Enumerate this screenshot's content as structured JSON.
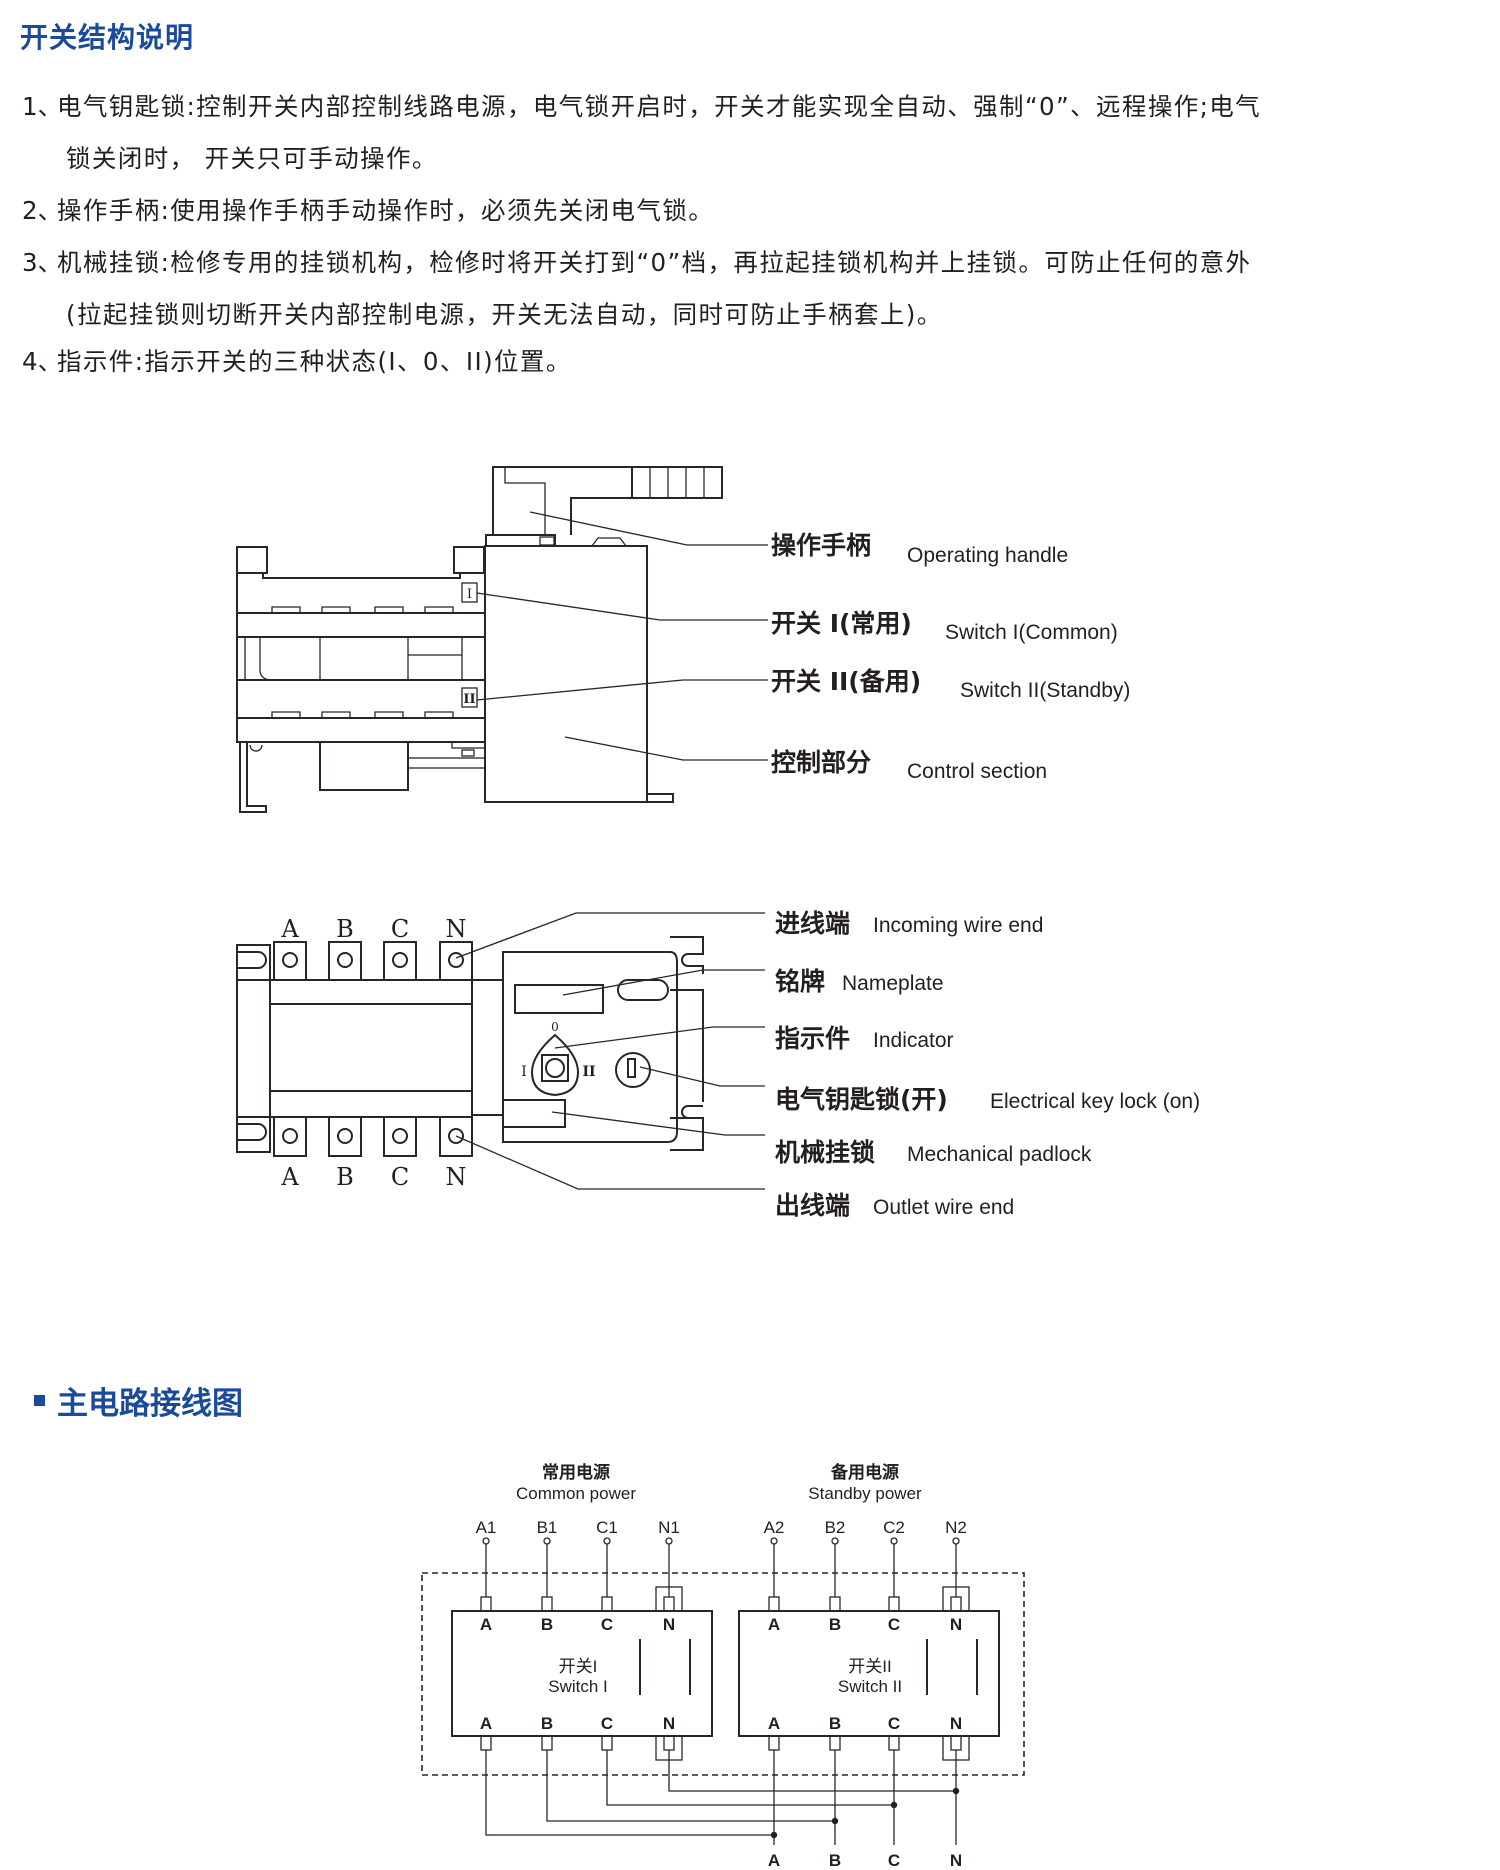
{
  "section1": {
    "title": "开关结构说明",
    "items": [
      {
        "num": "1、",
        "lines": [
          "电气钥匙锁:控制开关内部控制线路电源，电气锁开启时，开关才能实现全自动、强制“0”、远程操作;电气",
          "锁关闭时， 开关只可手动操作。"
        ]
      },
      {
        "num": "2、",
        "lines": [
          "操作手柄:使用操作手柄手动操作时，必须先关闭电气锁。"
        ]
      },
      {
        "num": "3、",
        "lines": [
          "机械挂锁:检修专用的挂锁机构，检修时将开关打到“0”档，再拉起挂锁机构并上挂锁。可防止任何的意外",
          "(拉起挂锁则切断开关内部控制电源，开关无法自动，同时可防止手柄套上)。"
        ]
      },
      {
        "num": "4、",
        "lines": [
          "指示件:指示开关的三种状态(I、0、II)位置。"
        ]
      }
    ]
  },
  "diagram1": {
    "switch1_mark": "I",
    "switch2_mark": "II",
    "labels": [
      {
        "cn": "操作手柄",
        "en": "Operating handle"
      },
      {
        "cn": "开关 I(常用)",
        "en": "Switch I(Common)"
      },
      {
        "cn": "开关 II(备用)",
        "en": "Switch II(Standby)"
      },
      {
        "cn": "控制部分",
        "en": "Control section"
      }
    ]
  },
  "diagram2": {
    "phases_top": [
      "A",
      "B",
      "C",
      "N"
    ],
    "phases_bottom": [
      "A",
      "B",
      "C",
      "N"
    ],
    "indicator_marks": {
      "zero": "0",
      "one": "I",
      "two": "II"
    },
    "labels": [
      {
        "cn": "进线端",
        "en": "Incoming wire end"
      },
      {
        "cn": "铭牌",
        "en": "Nameplate"
      },
      {
        "cn": "指示件",
        "en": "Indicator"
      },
      {
        "cn": "电气钥匙锁(开)",
        "en": "Electrical key lock (on)"
      },
      {
        "cn": "机械挂锁",
        "en": "Mechanical padlock"
      },
      {
        "cn": "出线端",
        "en": "Outlet wire end"
      }
    ]
  },
  "section2": {
    "title": "主电路接线图"
  },
  "wiring": {
    "common": {
      "cn": "常用电源",
      "en": "Common power",
      "terminals": [
        "A1",
        "B1",
        "C1",
        "N1"
      ],
      "switch_cn": "开关I",
      "switch_en": "Switch I"
    },
    "standby": {
      "cn": "备用电源",
      "en": "Standby power",
      "terminals": [
        "A2",
        "B2",
        "C2",
        "N2"
      ],
      "switch_cn": "开关II",
      "switch_en": "Switch II"
    },
    "inner_top": [
      "A",
      "B",
      "C",
      "N"
    ],
    "inner_bottom": [
      "A",
      "B",
      "C",
      "N"
    ],
    "outputs": [
      "A",
      "B",
      "C",
      "N"
    ]
  }
}
